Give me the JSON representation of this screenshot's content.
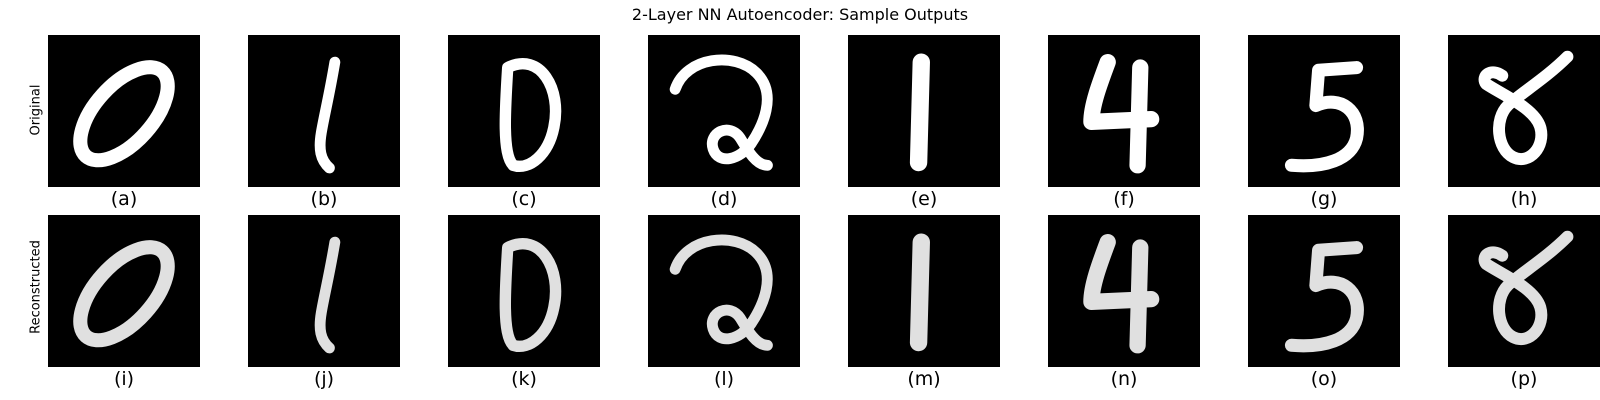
{
  "figure": {
    "title": "2-Layer NN Autoencoder: Sample Outputs",
    "row_labels": [
      "Original",
      "Reconstructed"
    ]
  },
  "panels": [
    {
      "caption": "(a)",
      "digit": "0",
      "row": "Original"
    },
    {
      "caption": "(b)",
      "digit": "1",
      "row": "Original"
    },
    {
      "caption": "(c)",
      "digit": "0",
      "row": "Original"
    },
    {
      "caption": "(d)",
      "digit": "2",
      "row": "Original"
    },
    {
      "caption": "(e)",
      "digit": "1",
      "row": "Original"
    },
    {
      "caption": "(f)",
      "digit": "4",
      "row": "Original"
    },
    {
      "caption": "(g)",
      "digit": "5",
      "row": "Original"
    },
    {
      "caption": "(h)",
      "digit": "8",
      "row": "Original"
    },
    {
      "caption": "(i)",
      "digit": "0",
      "row": "Reconstructed"
    },
    {
      "caption": "(j)",
      "digit": "1",
      "row": "Reconstructed"
    },
    {
      "caption": "(k)",
      "digit": "0",
      "row": "Reconstructed"
    },
    {
      "caption": "(l)",
      "digit": "2",
      "row": "Reconstructed"
    },
    {
      "caption": "(m)",
      "digit": "1",
      "row": "Reconstructed"
    },
    {
      "caption": "(n)",
      "digit": "4",
      "row": "Reconstructed"
    },
    {
      "caption": "(o)",
      "digit": "5",
      "row": "Reconstructed"
    },
    {
      "caption": "(p)",
      "digit": "8",
      "row": "Reconstructed"
    }
  ],
  "colors": {
    "background": "#000000",
    "stroke": "#ffffff"
  }
}
